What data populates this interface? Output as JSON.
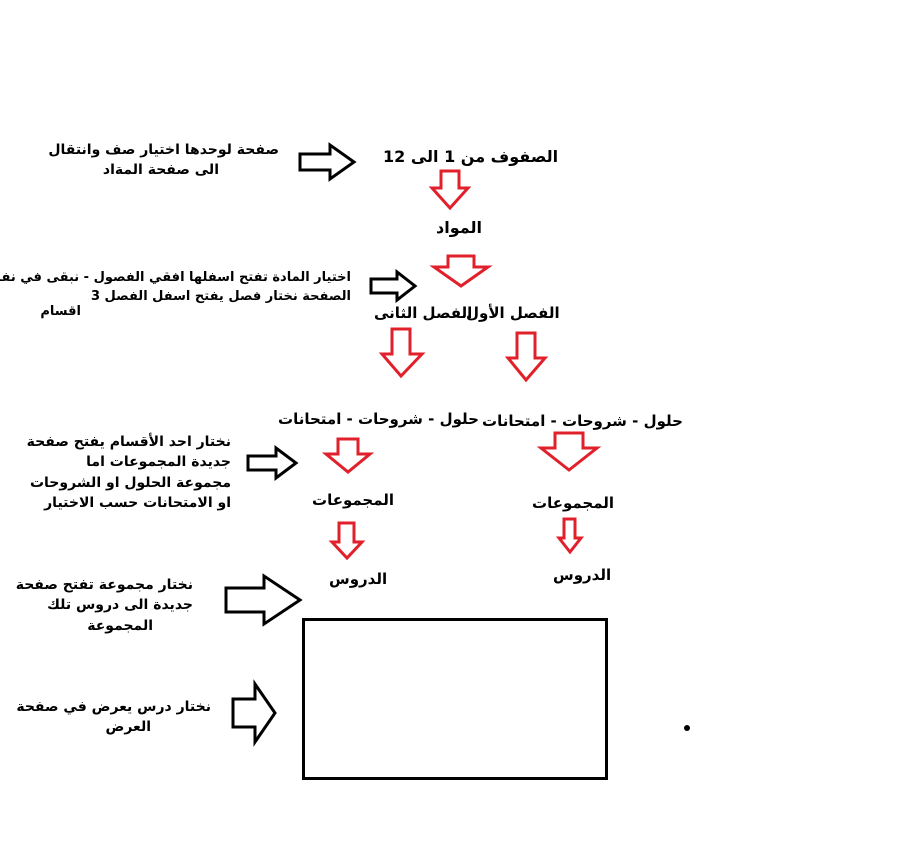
{
  "colors": {
    "down_arrow": "#e0202a",
    "right_arrow": "#000000",
    "text": "#000000"
  },
  "flow": {
    "grades": "الصفوف من 1 الى 12",
    "subjects": "المواد",
    "term1": "الفصل الأول",
    "term2": "الفصل الثانى",
    "sections_right": "حلول -  شروحات - امتحانات",
    "sections_left": "حلول -  شروحات - امتحانات",
    "groups_right": "المجموعات",
    "groups_left": "المجموعات",
    "lessons_right": "الدروس",
    "lessons_left": "الدروس"
  },
  "notes": {
    "n1": [
      "صفحة لوحدها اختيار صف وانتقال",
      "الى صفحة المةاد"
    ],
    "n2": [
      "اختيار المادة تفتح اسفلها افقي الفصول - نبقى في نفس",
      "الصفحة نختار فصل يفتح اسفل الفصل 3",
      "اقسام"
    ],
    "n3": [
      "نختار احد الأقسام يفتح صفحة",
      "جديدة المجموعات اما",
      "مجموعة الحلول او الشروحات",
      "او الامتحانات حسب الاختيار"
    ],
    "n4": [
      "نختار مجموعة تفتح صفحة",
      "جديدة الى دروس تلك",
      "المجموعة"
    ],
    "n5": [
      "نختار درس يعرض في صفحة",
      "العرض"
    ]
  }
}
